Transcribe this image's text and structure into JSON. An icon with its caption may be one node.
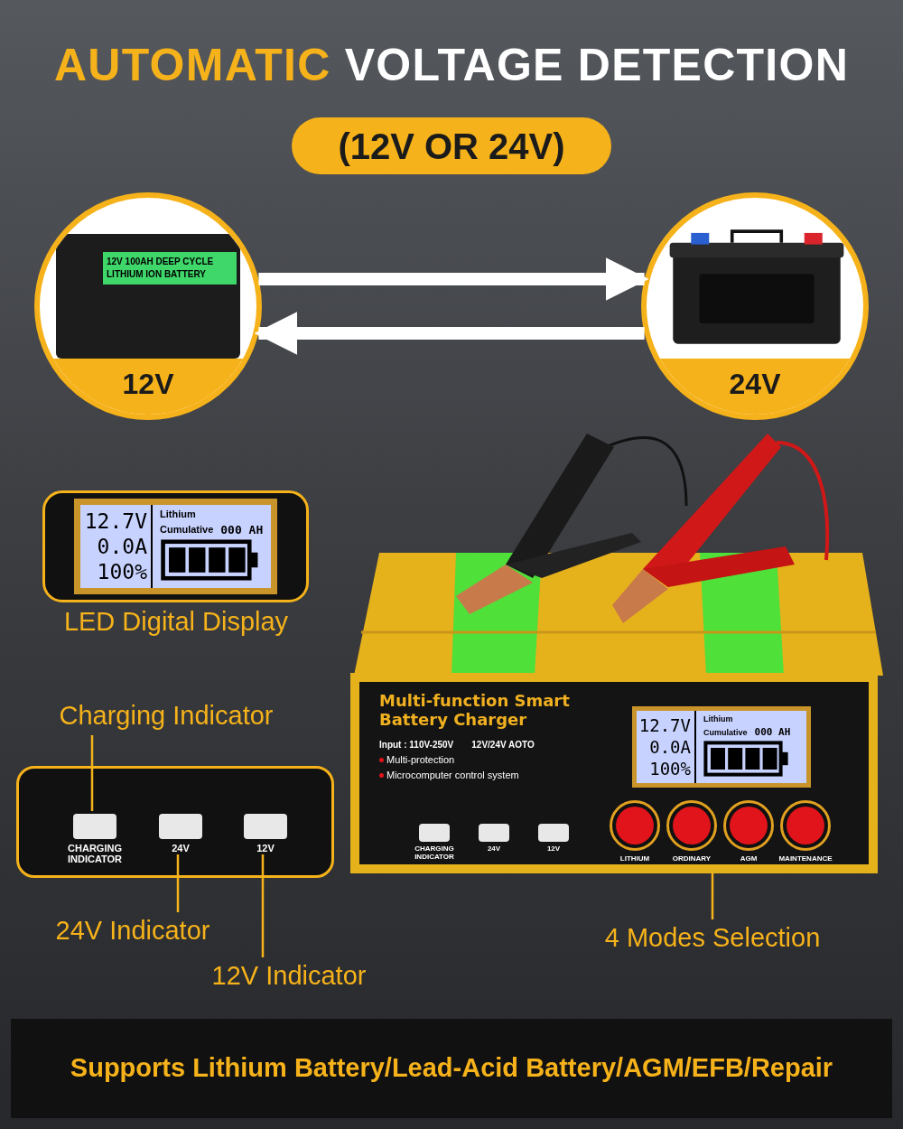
{
  "diagram": {
    "title": "AUTOMATIC VOLTAGE DETECTION",
    "nodes": [
      {
        "text": [
          "(12V OR 24V)"
        ]
      },
      {
        "text": [
          "12V 100AH DEEP CYCLE LITHIUM ION BATTERY",
          "12V"
        ]
      },
      {
        "text": [
          "24V"
        ]
      },
      {
        "text": [
          "12.7V",
          "0.0A",
          "100%",
          "Lithium",
          "Cumulative",
          "000 AH"
        ],
        "beside": [
          "LED Digital Display"
        ]
      },
      {
        "text": [
          "Charging Indicator"
        ]
      },
      {
        "text": [],
        "shape": "box"
      },
      {
        "text": [],
        "shape": "box",
        "in": 5,
        "beside": [
          "CHARGING INDICATOR"
        ]
      },
      {
        "text": [],
        "shape": "box",
        "in": 5,
        "beside": [
          "24V"
        ]
      },
      {
        "text": [],
        "shape": "box",
        "in": 5,
        "beside": [
          "12V"
        ]
      },
      {
        "text": [
          "24V Indicator"
        ]
      },
      {
        "text": [
          "12V Indicator"
        ]
      },
      {
        "text": [
          "Multi-function Smart Battery Charger",
          "Input : 110V-250V",
          "12V/24V AOTO",
          "Multi-protection",
          "Microcomputer control system"
        ]
      },
      {
        "text": [
          "12.7V",
          "0.0A",
          "100%",
          "Lithium",
          "Cumulative",
          "000 AH"
        ],
        "in": 11
      },
      {
        "text": [],
        "shape": "box",
        "in": 11,
        "beside": [
          "CHARGING INDICATOR"
        ]
      },
      {
        "text": [],
        "shape": "box",
        "in": 11,
        "beside": [
          "24V"
        ]
      },
      {
        "text": [],
        "shape": "box",
        "in": 11,
        "beside": [
          "12V"
        ]
      },
      {
        "text": [],
        "shape": "circle",
        "in": 11,
        "beside": [
          "LITHIUM"
        ]
      },
      {
        "text": [],
        "shape": "circle",
        "in": 11,
        "beside": [
          "ORDINARY"
        ]
      },
      {
        "text": [],
        "shape": "circle",
        "in": 11,
        "beside": [
          "AGM"
        ]
      },
      {
        "text": [],
        "shape": "circle",
        "in": 11,
        "beside": [
          "MAINTENANCE"
        ]
      },
      {
        "text": [
          "4 Modes Selection"
        ]
      },
      {
        "text": [
          "Supports Lithium Battery/Lead-Acid Battery/AGM/EFB/Repair"
        ]
      }
    ],
    "edges": [
      {
        "from": 1,
        "to": 2,
        "arrow": "to",
        "style": "thick",
        "color": "#ffffff"
      },
      {
        "from": 2,
        "to": 1,
        "arrow": "to",
        "style": "thick",
        "color": "#ffffff"
      },
      {
        "from": 4,
        "to": 6,
        "arrow": "none"
      },
      {
        "from": 9,
        "to": 7,
        "arrow": "none"
      },
      {
        "from": 10,
        "to": 8,
        "arrow": "none"
      },
      {
        "from": 20,
        "to": 11,
        "arrow": "none"
      }
    ]
  }
}
